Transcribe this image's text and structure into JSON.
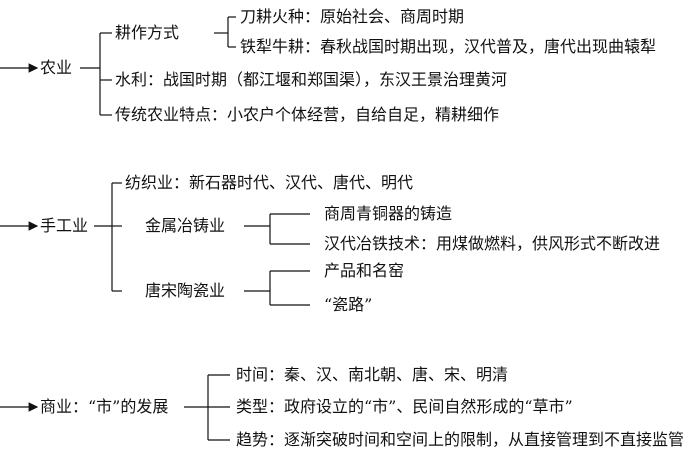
{
  "agriculture": {
    "root": "农业",
    "farming": {
      "label": "耕作方式",
      "slash_burn": "刀耕火种：原始社会、商周时期",
      "iron_plow": "铁犁牛耕：春秋战国时期出现，汉代普及，唐代出现曲辕犁"
    },
    "irrigation": "水利：战国时期（都江堰和郑国渠），东汉王景治理黄河",
    "traits": "传统农业特点：小农户个体经营，自给自足，精耕细作"
  },
  "handicraft": {
    "root": "手工业",
    "textile": "纺织业：新石器时代、汉代、唐代、明代",
    "metal": {
      "label": "金属冶铸业",
      "bronze": "商周青铜器的铸造",
      "iron": "汉代冶铁技术：用煤做燃料，供风形式不断改进"
    },
    "ceramics": {
      "label": "唐宋陶瓷业",
      "kilns": "产品和名窑",
      "road": "“瓷路”"
    }
  },
  "commerce": {
    "root": "商业：“市”的发展",
    "time": "时间：秦、汉、南北朝、唐、宋、明清",
    "type": "类型：政府设立的“市”、民间自然形成的“草市”",
    "trend": "趋势：逐渐突破时间和空间上的限制，从直接管理到不直接监管"
  }
}
